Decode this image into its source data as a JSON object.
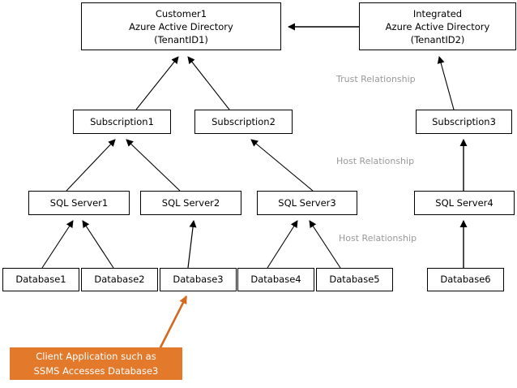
{
  "diagram": {
    "title_text_present": false,
    "colors": {
      "node_border": "#000000",
      "node_fill": "#ffffff",
      "edge_stroke": "#000000",
      "edge_label_text": "#999999",
      "callout_fill": "#E2792B",
      "callout_text": "#ffffff",
      "callout_arrow": "#D2691E"
    },
    "nodes": {
      "customer_aad": {
        "line1": "Customer1",
        "line2": "Azure Active Directory",
        "line3": "(TenantID1)"
      },
      "integrated_aad": {
        "line1": "Integrated",
        "line2": "Azure Active Directory",
        "line3": "(TenantID2)"
      },
      "subscription1": {
        "label": "Subscription1"
      },
      "subscription2": {
        "label": "Subscription2"
      },
      "subscription3": {
        "label": "Subscription3"
      },
      "sql_server1": {
        "label": "SQL Server1"
      },
      "sql_server2": {
        "label": "SQL Server2"
      },
      "sql_server3": {
        "label": "SQL Server3"
      },
      "sql_server4": {
        "label": "SQL Server4"
      },
      "database1": {
        "label": "Database1"
      },
      "database2": {
        "label": "Database2"
      },
      "database3": {
        "label": "Database3"
      },
      "database4": {
        "label": "Database4"
      },
      "database5": {
        "label": "Database5"
      },
      "database6": {
        "label": "Database6"
      }
    },
    "edge_labels": {
      "trust": "Trust Relationship",
      "host_upper": "Host Relationship",
      "host_lower": "Host Relationship"
    },
    "callout": {
      "line1": "Client Application  such as",
      "line2": "SSMS Accesses Database3"
    },
    "relationships": [
      {
        "from": "integrated_aad",
        "to": "customer_aad",
        "kind": "trust"
      },
      {
        "from": "subscription3",
        "to": "integrated_aad",
        "kind": "host"
      },
      {
        "from": "subscription1",
        "to": "customer_aad",
        "kind": "host"
      },
      {
        "from": "subscription2",
        "to": "customer_aad",
        "kind": "host"
      },
      {
        "from": "sql_server1",
        "to": "subscription1",
        "kind": "host"
      },
      {
        "from": "sql_server2",
        "to": "subscription1",
        "kind": "host"
      },
      {
        "from": "sql_server3",
        "to": "subscription2",
        "kind": "host"
      },
      {
        "from": "sql_server4",
        "to": "subscription3",
        "kind": "host"
      },
      {
        "from": "database1",
        "to": "sql_server1",
        "kind": "host"
      },
      {
        "from": "database2",
        "to": "sql_server1",
        "kind": "host"
      },
      {
        "from": "database3",
        "to": "sql_server2",
        "kind": "host"
      },
      {
        "from": "database4",
        "to": "sql_server3",
        "kind": "host"
      },
      {
        "from": "database5",
        "to": "sql_server3",
        "kind": "host"
      },
      {
        "from": "database6",
        "to": "sql_server4",
        "kind": "host"
      },
      {
        "from": "callout",
        "to": "database3",
        "kind": "access"
      }
    ]
  }
}
